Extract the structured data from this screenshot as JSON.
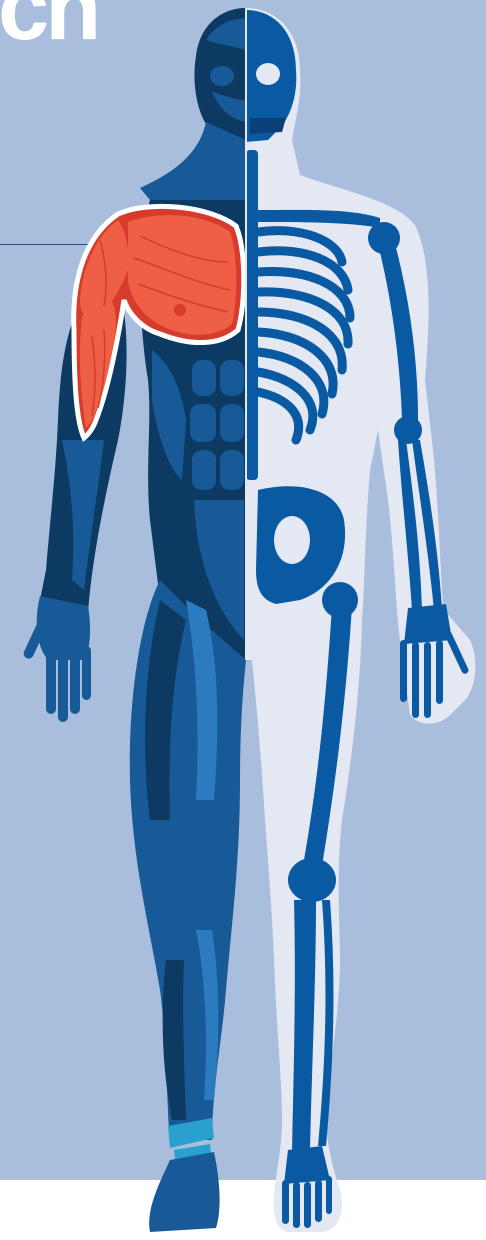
{
  "headline": {
    "text": "ch"
  },
  "colors": {
    "background": "#a9bedc",
    "floor": "#ffffff",
    "silhouette": "#e3e8f3",
    "muscle_dark": "#0c3a63",
    "muscle_mid": "#175a97",
    "muscle_light": "#2d7bbf",
    "bone": "#0a5aa3",
    "bone_dark": "#0b3f7a",
    "highlight": "#ef5f45",
    "highlight_dark": "#d73b2b",
    "callout_line": "#1f4f80"
  },
  "highlighted_region": {
    "name": "right-shoulder-chest-upper-arm",
    "muscles": [
      "deltoid",
      "pectoralis-major",
      "biceps"
    ]
  }
}
